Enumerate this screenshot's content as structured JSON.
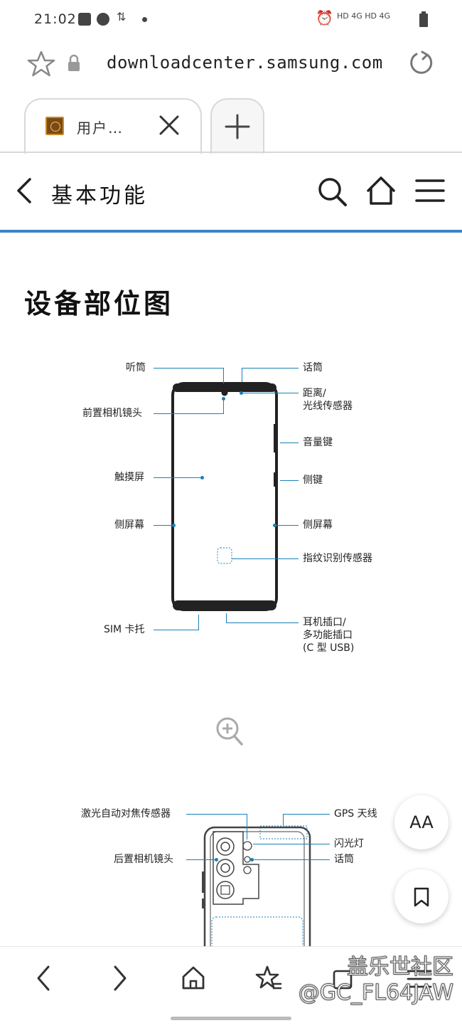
{
  "status_bar": {
    "time": "21:02",
    "network": "HD 4G HD 4G"
  },
  "browser": {
    "url": "downloadcenter.samsung.com",
    "tab_title": "用户…",
    "accent_color": "#3c82c8"
  },
  "page_header": {
    "title": "基本功能"
  },
  "content": {
    "heading": "设备部位图",
    "front_labels": {
      "earpiece": "听筒",
      "mic": "话筒",
      "proximity": "距离/",
      "proximity2": "光线传感器",
      "front_camera": "前置相机镜头",
      "volume": "音量键",
      "side_key": "侧键",
      "touchscreen": "触摸屏",
      "edge_left": "侧屏幕",
      "edge_right": "侧屏幕",
      "fingerprint": "指纹识别传感器",
      "sim_tray": "SIM 卡托",
      "jack1": "耳机插口/",
      "jack2": "多功能插口",
      "jack3": "(C 型 USB)"
    },
    "back_labels": {
      "laser_af": "激光自动对焦传感器",
      "gps": "GPS 天线",
      "flash": "闪光灯",
      "rear_camera": "后置相机镜头",
      "mic": "话筒"
    }
  },
  "floating": {
    "font_size_label": "AA"
  },
  "watermark": {
    "line1": "盖乐世社区",
    "line2": "@GC_FL64JAW"
  }
}
